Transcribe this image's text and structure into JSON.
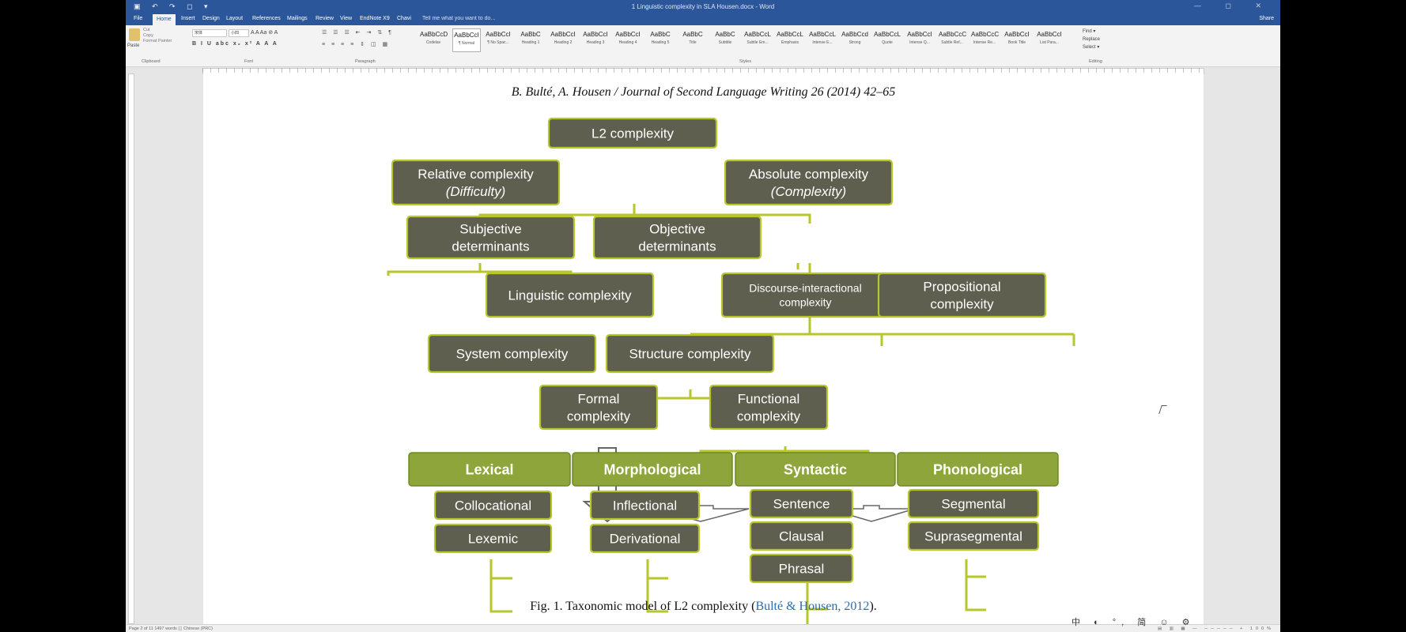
{
  "window": {
    "title": "1 Linguistic complexity in SLA Housen.docx - Word",
    "quick_access": "▣ ↶ ↷ ◻ ▾",
    "controls": "— ◻ ✕"
  },
  "tabs": [
    {
      "label": "File"
    },
    {
      "label": "Home"
    },
    {
      "label": "Insert"
    },
    {
      "label": "Design"
    },
    {
      "label": "Layout"
    },
    {
      "label": "References"
    },
    {
      "label": "Mailings"
    },
    {
      "label": "Review"
    },
    {
      "label": "View"
    },
    {
      "label": "EndNote X9"
    },
    {
      "label": "Chavi"
    }
  ],
  "tell_me": "Tell me what you want to do...",
  "share": "Share",
  "ribbon": {
    "clipboard": {
      "paste": "Paste",
      "cut": "Cut",
      "copy": "Copy",
      "format_painter": "Format Painter",
      "label": "Clipboard"
    },
    "font": {
      "font_name": "宋体",
      "font_size": "小四",
      "row1": "A A Aa ⊘ A",
      "row2": "B I U abc x₂ x² A A A",
      "label": "Font"
    },
    "paragraph": {
      "row1": "☰ ☰ ☰ ⇤ ⇥ ⇅ ¶",
      "row2": "≡ ≡ ≡ ≡ ⇕ ◫ ▦",
      "label": "Paragraph"
    },
    "styles": [
      {
        "sample": "AaBbCcD",
        "name": "Codelav"
      },
      {
        "sample": "AaBbCcI",
        "name": "¶ Normal"
      },
      {
        "sample": "AaBbCcI",
        "name": "¶ No Spac..."
      },
      {
        "sample": "AaBbC",
        "name": "Heading 1"
      },
      {
        "sample": "AaBbCcI",
        "name": "Heading 2"
      },
      {
        "sample": "AaBbCcI",
        "name": "Heading 3"
      },
      {
        "sample": "AaBbCcI",
        "name": "Heading 4"
      },
      {
        "sample": "AaBbC",
        "name": "Heading 5"
      },
      {
        "sample": "AaBbC",
        "name": "Title"
      },
      {
        "sample": "AaBbC",
        "name": "Subtitle"
      },
      {
        "sample": "AaBbCcL",
        "name": "Subtle Em..."
      },
      {
        "sample": "AaBbCcL",
        "name": "Emphasis"
      },
      {
        "sample": "AaBbCcL",
        "name": "Intense E..."
      },
      {
        "sample": "AaBbCcd",
        "name": "Strong"
      },
      {
        "sample": "AaBbCcL",
        "name": "Quote"
      },
      {
        "sample": "AaBbCcI",
        "name": "Intense Q..."
      },
      {
        "sample": "AaBbCcC",
        "name": "Subtle Ref..."
      },
      {
        "sample": "AaBbCcC",
        "name": "Intense Re..."
      },
      {
        "sample": "AaBbCcI",
        "name": "Book Title"
      },
      {
        "sample": "AaBbCcI",
        "name": "List Para..."
      }
    ],
    "styles_label": "Styles",
    "editing": {
      "find": "Find ▾",
      "replace": "Replace",
      "select": "Select ▾",
      "label": "Editing"
    }
  },
  "document": {
    "header": "B. Bulté, A. Housen / Journal of Second Language Writing 26 (2014) 42–65",
    "caption": "Fig. 1.  Taxonomic model of L2 complexity (",
    "caption_link": "Bulté & Housen, 2012",
    "caption_end": ")."
  },
  "diagram": {
    "l2": "L2 complexity",
    "relative": [
      "Relative complexity",
      "(Difficulty)"
    ],
    "absolute": [
      "Absolute complexity",
      "(Complexity)"
    ],
    "subjective": [
      "Subjective",
      "determinants"
    ],
    "objective": [
      "Objective",
      "determinants"
    ],
    "linguistic": "Linguistic complexity",
    "discourse": [
      "Discourse-interactional",
      "complexity"
    ],
    "propositional": [
      "Propositional",
      "complexity"
    ],
    "system": "System complexity",
    "structure": "Structure complexity",
    "formal": [
      "Formal",
      "complexity"
    ],
    "functional": [
      "Functional",
      "complexity"
    ],
    "lexical": "Lexical",
    "morphological": "Morphological",
    "syntactic": "Syntactic",
    "phonological": "Phonological",
    "collocational": "Collocational",
    "lexemic": "Lexemic",
    "inflectional": "Inflectional",
    "derivational": "Derivational",
    "sentence": "Sentence",
    "clausal": "Clausal",
    "phrasal": "Phrasal",
    "segmental": "Segmental",
    "suprasegmental": "Suprasegmental"
  },
  "status": {
    "left": "Page 2 of 11   1497 words   ◫   Chinese (PRC)",
    "right": "▤ ▥ ▦ — ───── + 100%"
  },
  "ime": "中 ◐ °, 简 ☺ ⚙",
  "colors": {
    "node_fill": "#5f5f4f",
    "node_border": "#b7c62a",
    "category_fill": "#8da53a",
    "title_bar": "#2b579a"
  }
}
